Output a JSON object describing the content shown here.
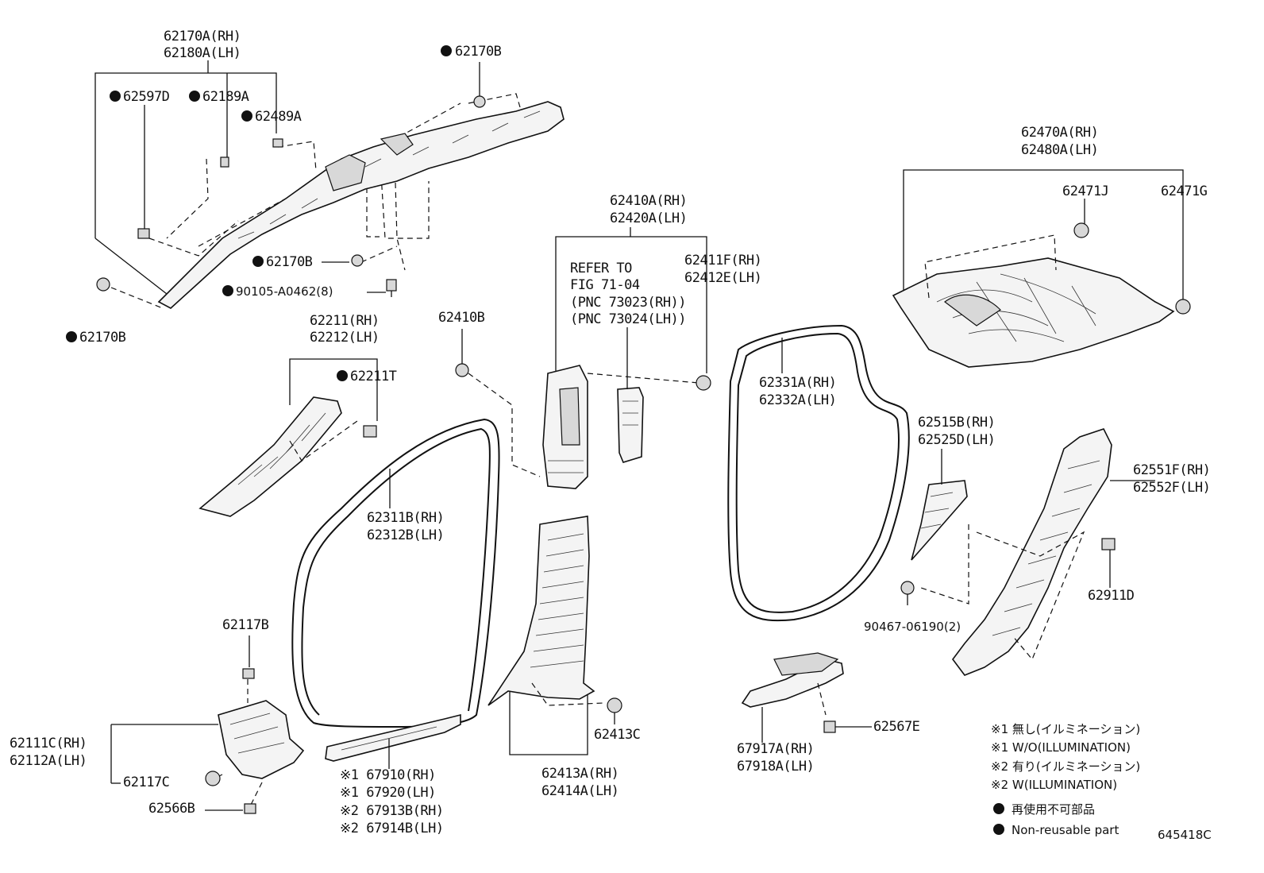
{
  "labels": {
    "l62170A": "62170A(RH)",
    "l62180A": "62180A(LH)",
    "l62170B_top": "62170B",
    "l62597D": "62597D",
    "l62189A": "62189A",
    "l62489A": "62489A",
    "l62170B_mid": "62170B",
    "l90105": "90105-A0462(8)",
    "l62170B_left": "62170B",
    "l62211": "62211(RH)",
    "l62212": "62212(LH)",
    "l62211T": "62211T",
    "l62410B": "62410B",
    "l62410A": "62410A(RH)",
    "l62420A": "62420A(LH)",
    "refer1": "REFER TO",
    "refer2": "FIG 71-04",
    "refer3": "(PNC 73023(RH))",
    "refer4": "(PNC 73024(LH))",
    "l62411F": "62411F(RH)",
    "l62412E": "62412E(LH)",
    "l62470A": "62470A(RH)",
    "l62480A": "62480A(LH)",
    "l62471J": "62471J",
    "l62471G": "62471G",
    "l62331A": "62331A(RH)",
    "l62332A": "62332A(LH)",
    "l62311B": "62311B(RH)",
    "l62312B": "62312B(LH)",
    "l62515B": "62515B(RH)",
    "l62525D": "62525D(LH)",
    "l62551F": "62551F(RH)",
    "l62552F": "62552F(LH)",
    "l62911D": "62911D",
    "l90467": "90467-06190(2)",
    "l62117B": "62117B",
    "l62111C": "62111C(RH)",
    "l62112A": "62112A(LH)",
    "l62117C": "62117C",
    "l62566B": "62566B",
    "l62413C": "62413C",
    "l62413A": "62413A(RH)",
    "l62414A": "62414A(LH)",
    "l67910": "※1 67910(RH)",
    "l67920": "※1 67920(LH)",
    "l67913B": "※2 67913B(RH)",
    "l67914B": "※2 67914B(LH)",
    "l62567E": "62567E",
    "l67917A": "67917A(RH)",
    "l67918A": "67918A(LH)"
  },
  "legend": {
    "line1": "※1 無し(イルミネーション)",
    "line2": "※1 W/O(ILLUMINATION)",
    "line3": "※2 有り(イルミネーション)",
    "line4": "※2 W(ILLUMINATION)",
    "line5": "再使用不可部品",
    "line6": "Non-reusable part"
  },
  "diagram_code": "645418C"
}
